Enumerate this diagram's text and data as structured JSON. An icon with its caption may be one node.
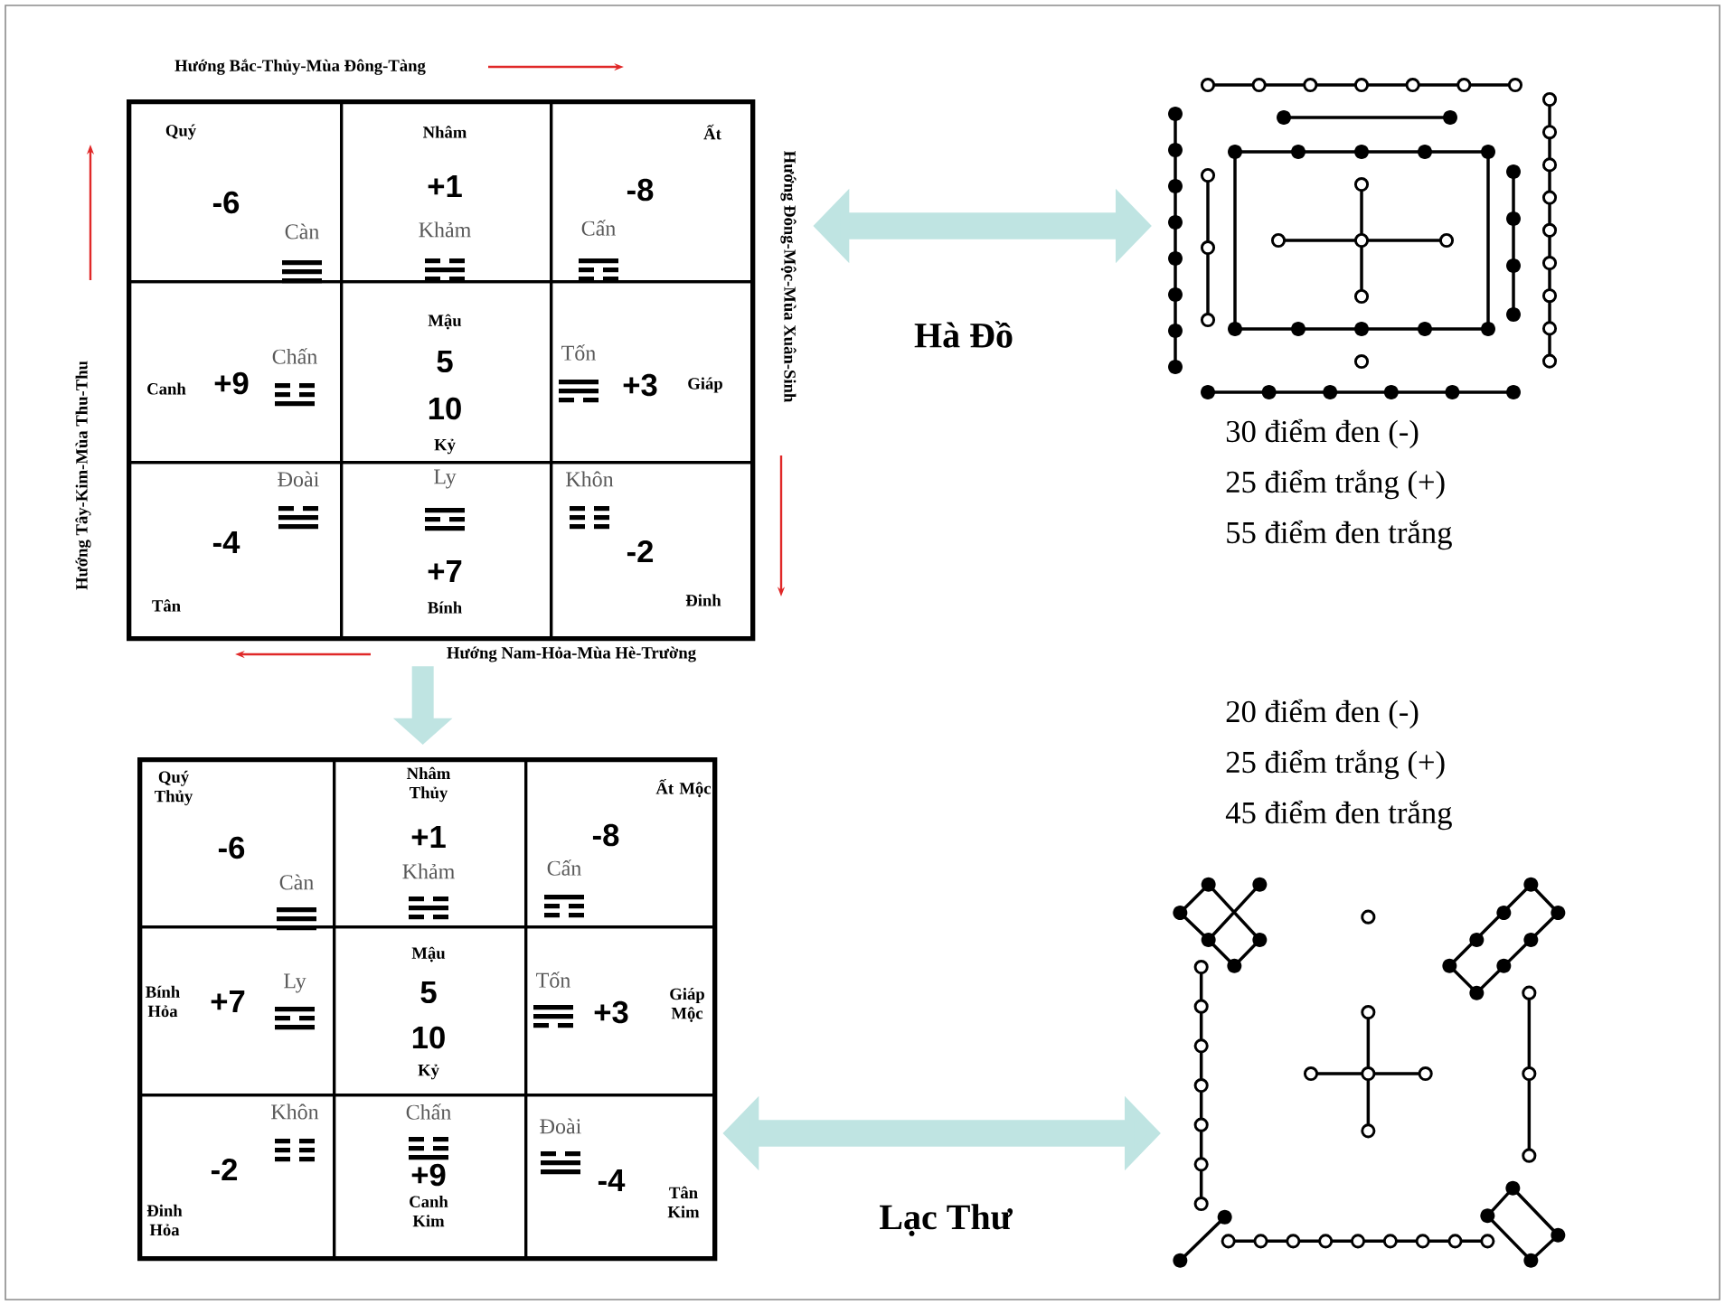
{
  "diagram": {
    "nodes": [
      {
        "text": [],
        "shape": "box"
      },
      {
        "text": [
          "Quý",
          "-6",
          "Càn"
        ],
        "in": 0
      },
      {
        "text": [
          "Nhâm",
          "+1",
          "Khảm"
        ],
        "in": 0
      },
      {
        "text": [
          "Ất",
          "-8",
          "Cấn"
        ],
        "in": 0
      },
      {
        "text": [
          "Canh",
          "+9",
          "Chấn"
        ],
        "in": 0
      },
      {
        "text": [
          "Mậu",
          "5",
          "10",
          "Kỷ"
        ],
        "in": 0
      },
      {
        "text": [
          "Tốn",
          "+3",
          "Giáp"
        ],
        "in": 0
      },
      {
        "text": [
          "Đoài",
          "-4",
          "Tân"
        ],
        "in": 0
      },
      {
        "text": [
          "Ly",
          "+7",
          "Bính"
        ],
        "in": 0
      },
      {
        "text": [
          "Khôn",
          "-2",
          "Đinh"
        ],
        "in": 0
      },
      {
        "text": [],
        "shape": "box"
      },
      {
        "text": [
          "Quý Thủy",
          "-6",
          "Càn"
        ],
        "in": 10
      },
      {
        "text": [
          "Nhâm Thủy",
          "+1",
          "Khảm"
        ],
        "in": 10
      },
      {
        "text": [
          "Ất Mộc",
          "-8",
          "Cấn"
        ],
        "in": 10
      },
      {
        "text": [
          "Bính Hỏa",
          "+7",
          "Ly"
        ],
        "in": 10
      },
      {
        "text": [
          "Mậu",
          "5",
          "10",
          "Kỷ"
        ],
        "in": 10
      },
      {
        "text": [
          "Tốn",
          "+3",
          "Giáp Mộc"
        ],
        "in": 10
      },
      {
        "text": [
          "Khôn",
          "-2",
          "Đinh Hỏa"
        ],
        "in": 10
      },
      {
        "text": [
          "Chấn",
          "+9",
          "Canh Kim"
        ],
        "in": 10
      },
      {
        "text": [
          "Đoài",
          "-4",
          "Tân Kim"
        ],
        "in": 10
      },
      {
        "text": [],
        "shape": "picture",
        "beside": [
          "30 điểm đen (-)",
          "25 điểm trắng (+)",
          "55 điểm đen trắng"
        ]
      },
      {
        "text": [],
        "shape": "picture",
        "beside": [
          "20 điểm đen (-)",
          "25 điểm trắng (+)",
          "45 điểm đen trắng"
        ]
      }
    ],
    "edges": [
      {
        "from": 0,
        "to": 20,
        "arrow": "both",
        "label": "Hà Đồ"
      },
      {
        "from": 0,
        "to": 10,
        "arrow": "to"
      },
      {
        "from": 10,
        "to": 21,
        "arrow": "both",
        "label": "Lạc Thư"
      }
    ],
    "labels": [
      "Hướng Bắc-Thủy-Mùa Đông-Tàng",
      "Hướng Đông-Mộc-Mùa Xuân-Sinh",
      "Hướng Nam-Hỏa-Mùa Hè-Trường",
      "Hướng Tây-Kim-Mùa Thu-Thu"
    ]
  }
}
